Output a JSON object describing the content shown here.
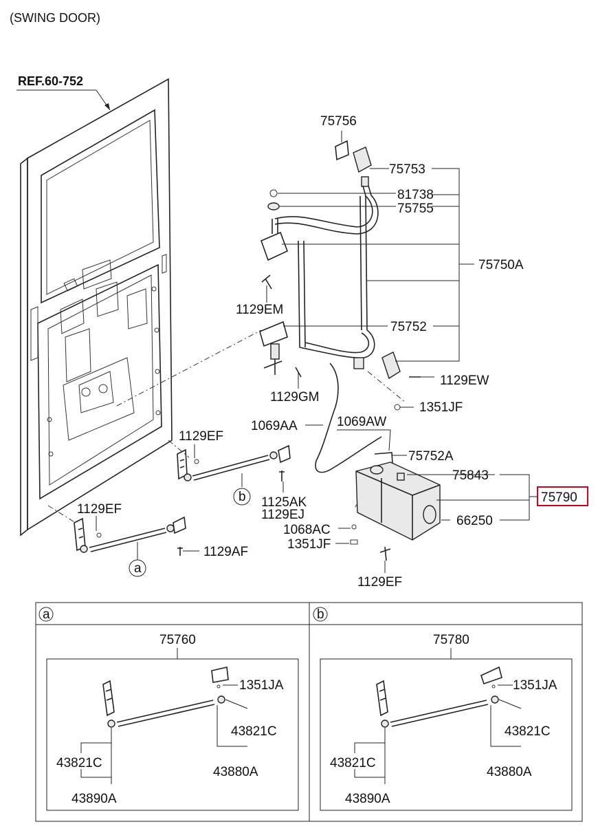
{
  "caption": "(SWING DOOR)",
  "ref_label": "REF.60-752",
  "highlight_color": "#d0021b",
  "labels": {
    "p75756": "75756",
    "p75753": "75753",
    "p81738": "81738",
    "p75755": "75755",
    "p75750A": "75750A",
    "p1129EM": "1129EM",
    "p75752": "75752",
    "p1129GM": "1129GM",
    "p1129EW": "1129EW",
    "p1351JF_a": "1351JF",
    "p1069AA": "1069AA",
    "p1069AW": "1069AW",
    "p1129EF_a": "1129EF",
    "p75752A": "75752A",
    "p75843": "75843",
    "p75790": "75790",
    "p66250": "66250",
    "p1125AK": "1125AK",
    "p1129EJ": "1129EJ",
    "p1068AC": "1068AC",
    "p1351JF_b": "1351JF",
    "p1129EF_b": "1129EF",
    "p1129AF": "1129AF",
    "p1129EF_c": "1129EF",
    "callout_a": "a",
    "callout_b": "b"
  },
  "detail_a": {
    "tag": "a",
    "assembly": "75760",
    "p1351JA": "1351JA",
    "p43821C_right": "43821C",
    "p43880A": "43880A",
    "p43821C_left": "43821C",
    "p43890A": "43890A"
  },
  "detail_b": {
    "tag": "b",
    "assembly": "75780",
    "p1351JA": "1351JA",
    "p43821C_right": "43821C",
    "p43880A": "43880A",
    "p43821C_left": "43821C",
    "p43890A": "43890A"
  }
}
